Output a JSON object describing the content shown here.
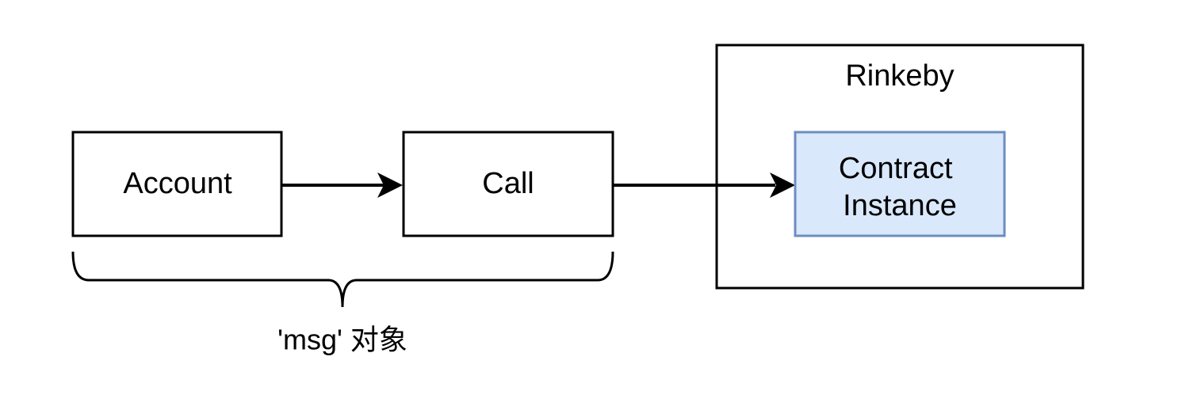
{
  "diagram": {
    "nodes": {
      "account": {
        "label": "Account"
      },
      "call": {
        "label": "Call"
      },
      "network": {
        "label": "Rinkeby"
      },
      "contract": {
        "line1": "Contract",
        "line2": "Instance"
      }
    },
    "brace": {
      "label": "'msg' 对象"
    },
    "colors": {
      "stroke": "#000000",
      "contract_fill": "#dae8fc",
      "contract_stroke": "#6c8ebf",
      "background": "#ffffff"
    }
  }
}
